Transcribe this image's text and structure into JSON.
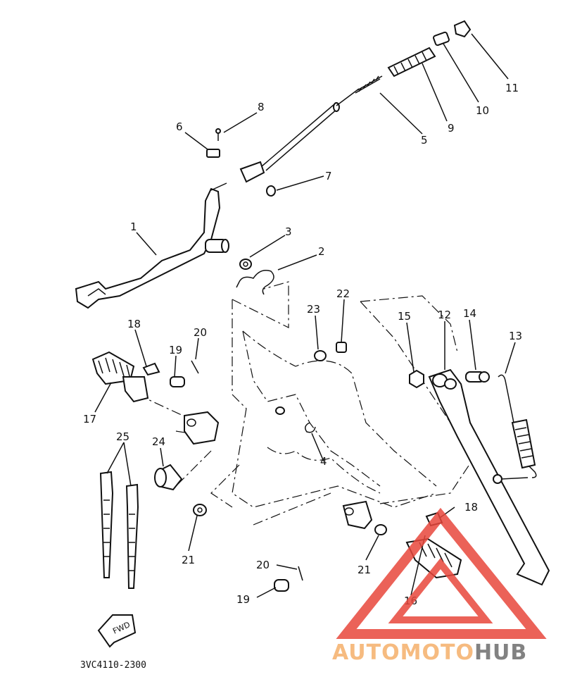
{
  "diagram": {
    "part_callouts": [
      "1",
      "2",
      "3",
      "4",
      "5",
      "6",
      "7",
      "8",
      "9",
      "10",
      "11",
      "12",
      "13",
      "14",
      "15",
      "16",
      "17",
      "18",
      "18",
      "19",
      "19",
      "20",
      "20",
      "21",
      "21",
      "22",
      "23",
      "24",
      "25"
    ],
    "fwd_label": "FWD",
    "drawing_code": "3VC4110-2300"
  },
  "watermark": {
    "text_part1": "AUTOMOTO",
    "text_part2": "HUB",
    "color_part1": "#f5b06a",
    "color_part2": "#6d6d6d",
    "triangle_color": "#e8473c"
  }
}
